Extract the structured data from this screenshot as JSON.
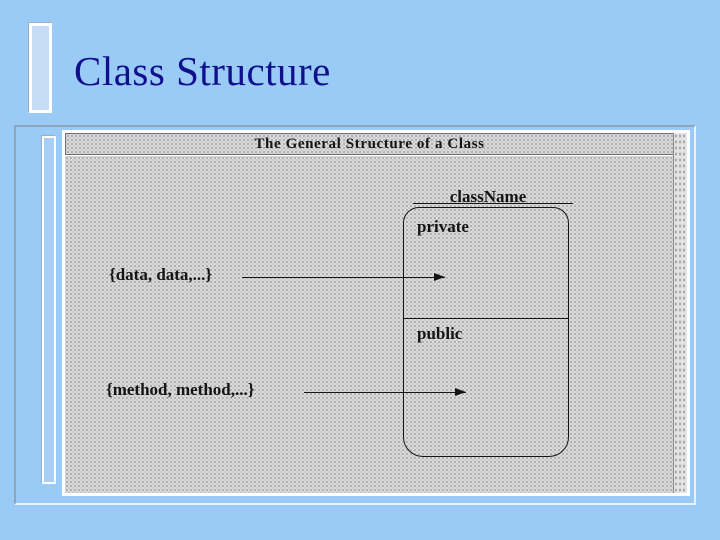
{
  "slide": {
    "title": "Class Structure"
  },
  "figure": {
    "heading": "The General Structure of a Class",
    "class_diagram": {
      "class_name": "className",
      "sections": [
        {
          "label": "private"
        },
        {
          "label": "public"
        }
      ],
      "annotations": [
        {
          "text": "{data, data,...}",
          "points_to": "private"
        },
        {
          "text": "{method, method,...}",
          "points_to": "public"
        }
      ]
    }
  },
  "colors": {
    "slide_background": "#99CBF6",
    "title_text": "#10108C",
    "figure_base": "#DBDBDB",
    "stipple_dot": "#A2A2A2",
    "diagram_ink": "#141414",
    "panel_border": "#8FA5BB",
    "accent_bar_fill": "#C6DBF5",
    "accent_bar_border": "#FFFFFF"
  }
}
